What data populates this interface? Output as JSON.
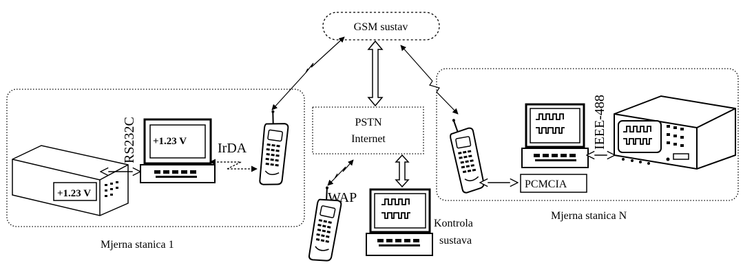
{
  "gsm": {
    "label": "GSM sustav"
  },
  "pstn": {
    "line1": "PSTN",
    "line2": "Internet"
  },
  "station1": {
    "caption": "Mjerna stanica 1",
    "rs232c": "RS232C",
    "irda": "IrDA",
    "laptop_display": "+1.23 V",
    "meter_display": "+1.23 V"
  },
  "stationN": {
    "caption": "Mjerna stanica N",
    "ieee": "IEEE-488",
    "pcmcia": "PCMCIA"
  },
  "control": {
    "wap": "WAP",
    "line1": "Kontrola",
    "line2": "sustava"
  }
}
